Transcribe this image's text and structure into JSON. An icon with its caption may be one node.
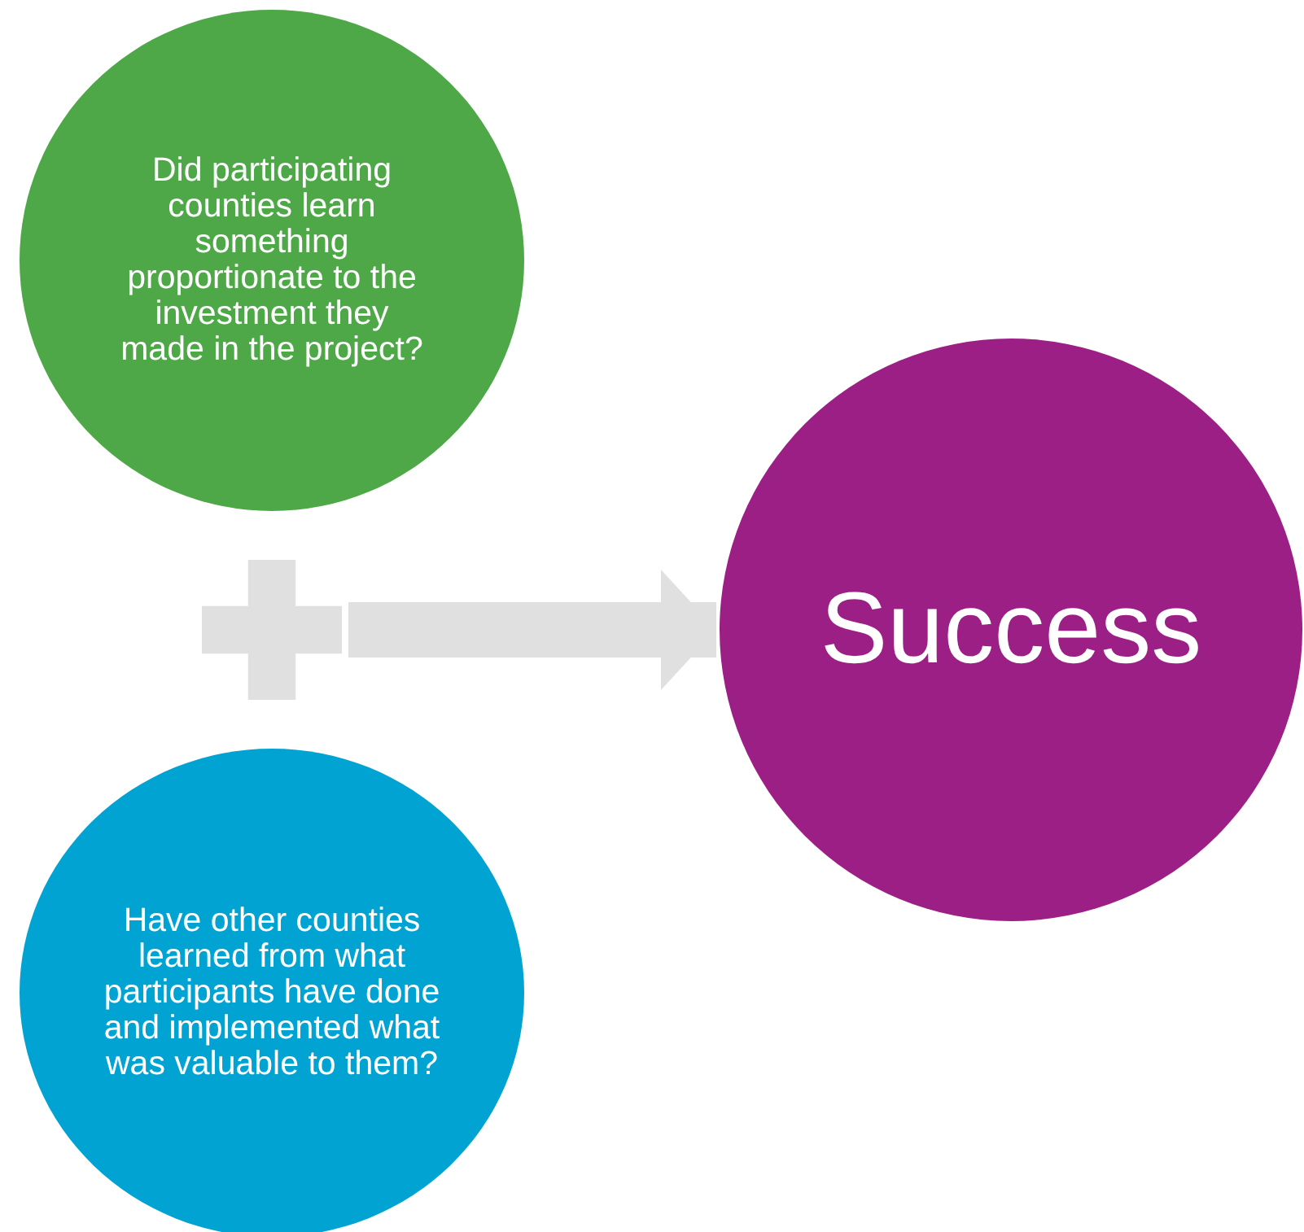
{
  "diagram": {
    "nodes": [
      {
        "text": [
          "Did participating counties learn something proportionate to the investment they made in the project?"
        ]
      },
      {
        "text": [
          "Have other counties learned from what participants have done and implemented what was valuable to them?"
        ]
      },
      {
        "text": [],
        "shape": "plus"
      },
      {
        "text": [
          "Success"
        ]
      }
    ],
    "edges": [
      {
        "from": 2,
        "to": 3,
        "arrow": "to"
      }
    ]
  }
}
